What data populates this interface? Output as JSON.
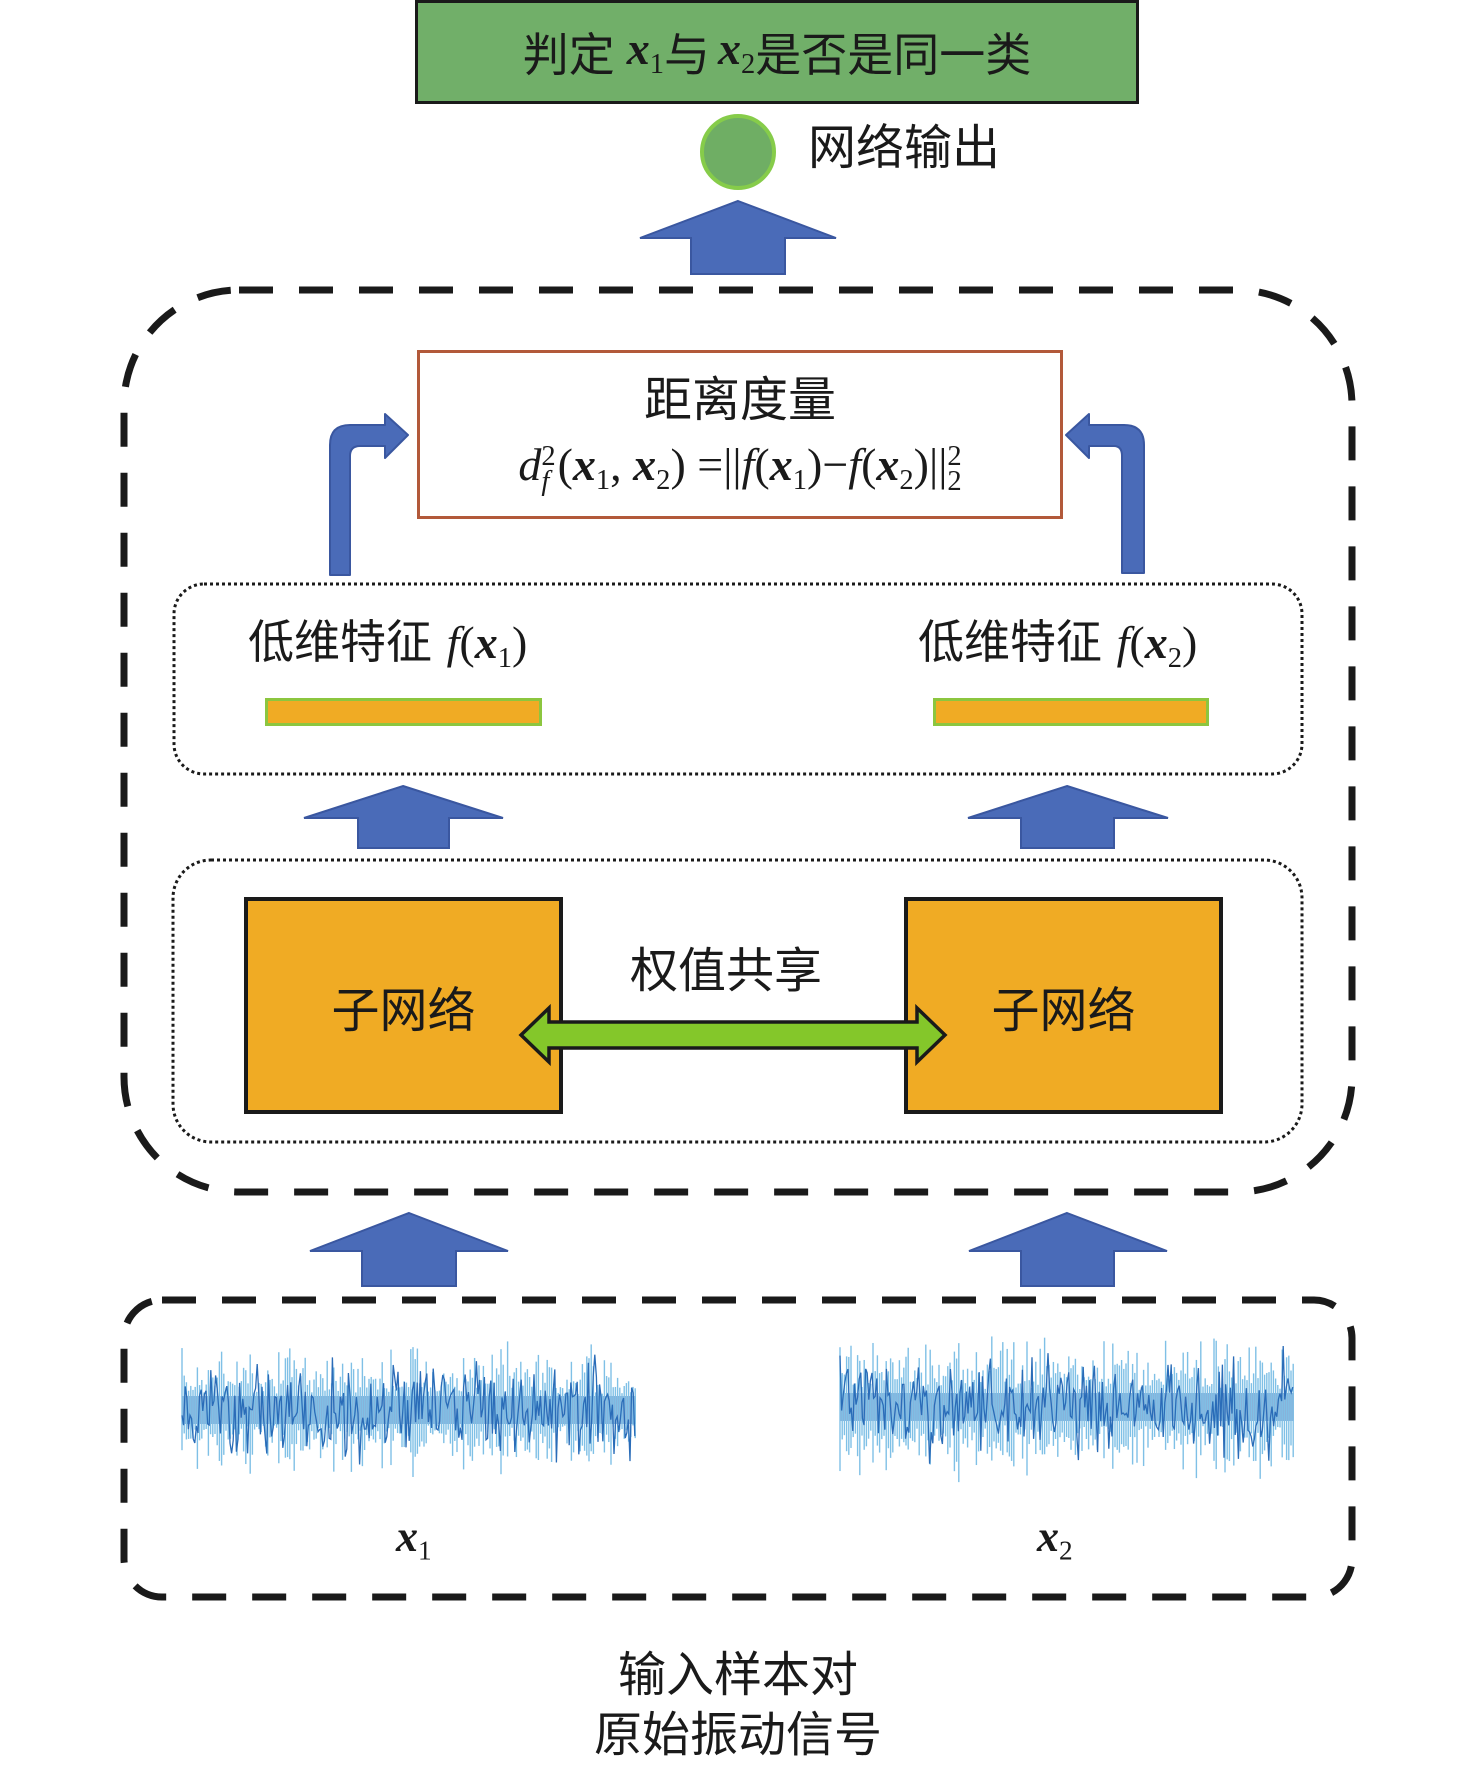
{
  "decision": {
    "prefix": "判定",
    "var1": "x",
    "var1_sub": "1",
    "middle": "与",
    "var2": "x",
    "var2_sub": "2",
    "suffix": "是否是同一类"
  },
  "output": {
    "label": "网络输出"
  },
  "distance": {
    "title": "距离度量",
    "formula": {
      "d": "d",
      "d_sub": "f",
      "d_sup": "2",
      "lparen": "(",
      "x": "x",
      "sub1": "1",
      "comma": ", ",
      "sub2": "2",
      "rparen": ")",
      "equals": " =",
      "norm_open": "||",
      "f": "f",
      "minus": "−",
      "norm_close": "||",
      "norm_sub": "2",
      "norm_sup": "2"
    }
  },
  "features": [
    {
      "label": "低维特征",
      "func": "f",
      "var": "x",
      "sub": "1"
    },
    {
      "label": "低维特征",
      "func": "f",
      "var": "x",
      "sub": "2"
    }
  ],
  "subnetworks": [
    {
      "label": "子网络"
    },
    {
      "label": "子网络"
    }
  ],
  "weight_sharing": {
    "label": "权值共享"
  },
  "signals": [
    {
      "var": "x",
      "sub": "1"
    },
    {
      "var": "x",
      "sub": "2"
    }
  ],
  "caption": {
    "line1": "输入样本对",
    "line2": "原始振动信号"
  },
  "colors": {
    "decision_fill": "#71af69",
    "output_node_fill": "#6fae64",
    "output_node_stroke": "#86cc4a",
    "flow_arrow": "#4a6bb8",
    "flow_arrow_stroke": "#3a57a0",
    "distance_border": "#b2593a",
    "subnet_fill": "#f0ab24",
    "feature_border": "#8cc63f",
    "share_arrow": "#84c72a",
    "signal_dark": "#2a6cb8",
    "signal_light": "#7fc0e6"
  }
}
